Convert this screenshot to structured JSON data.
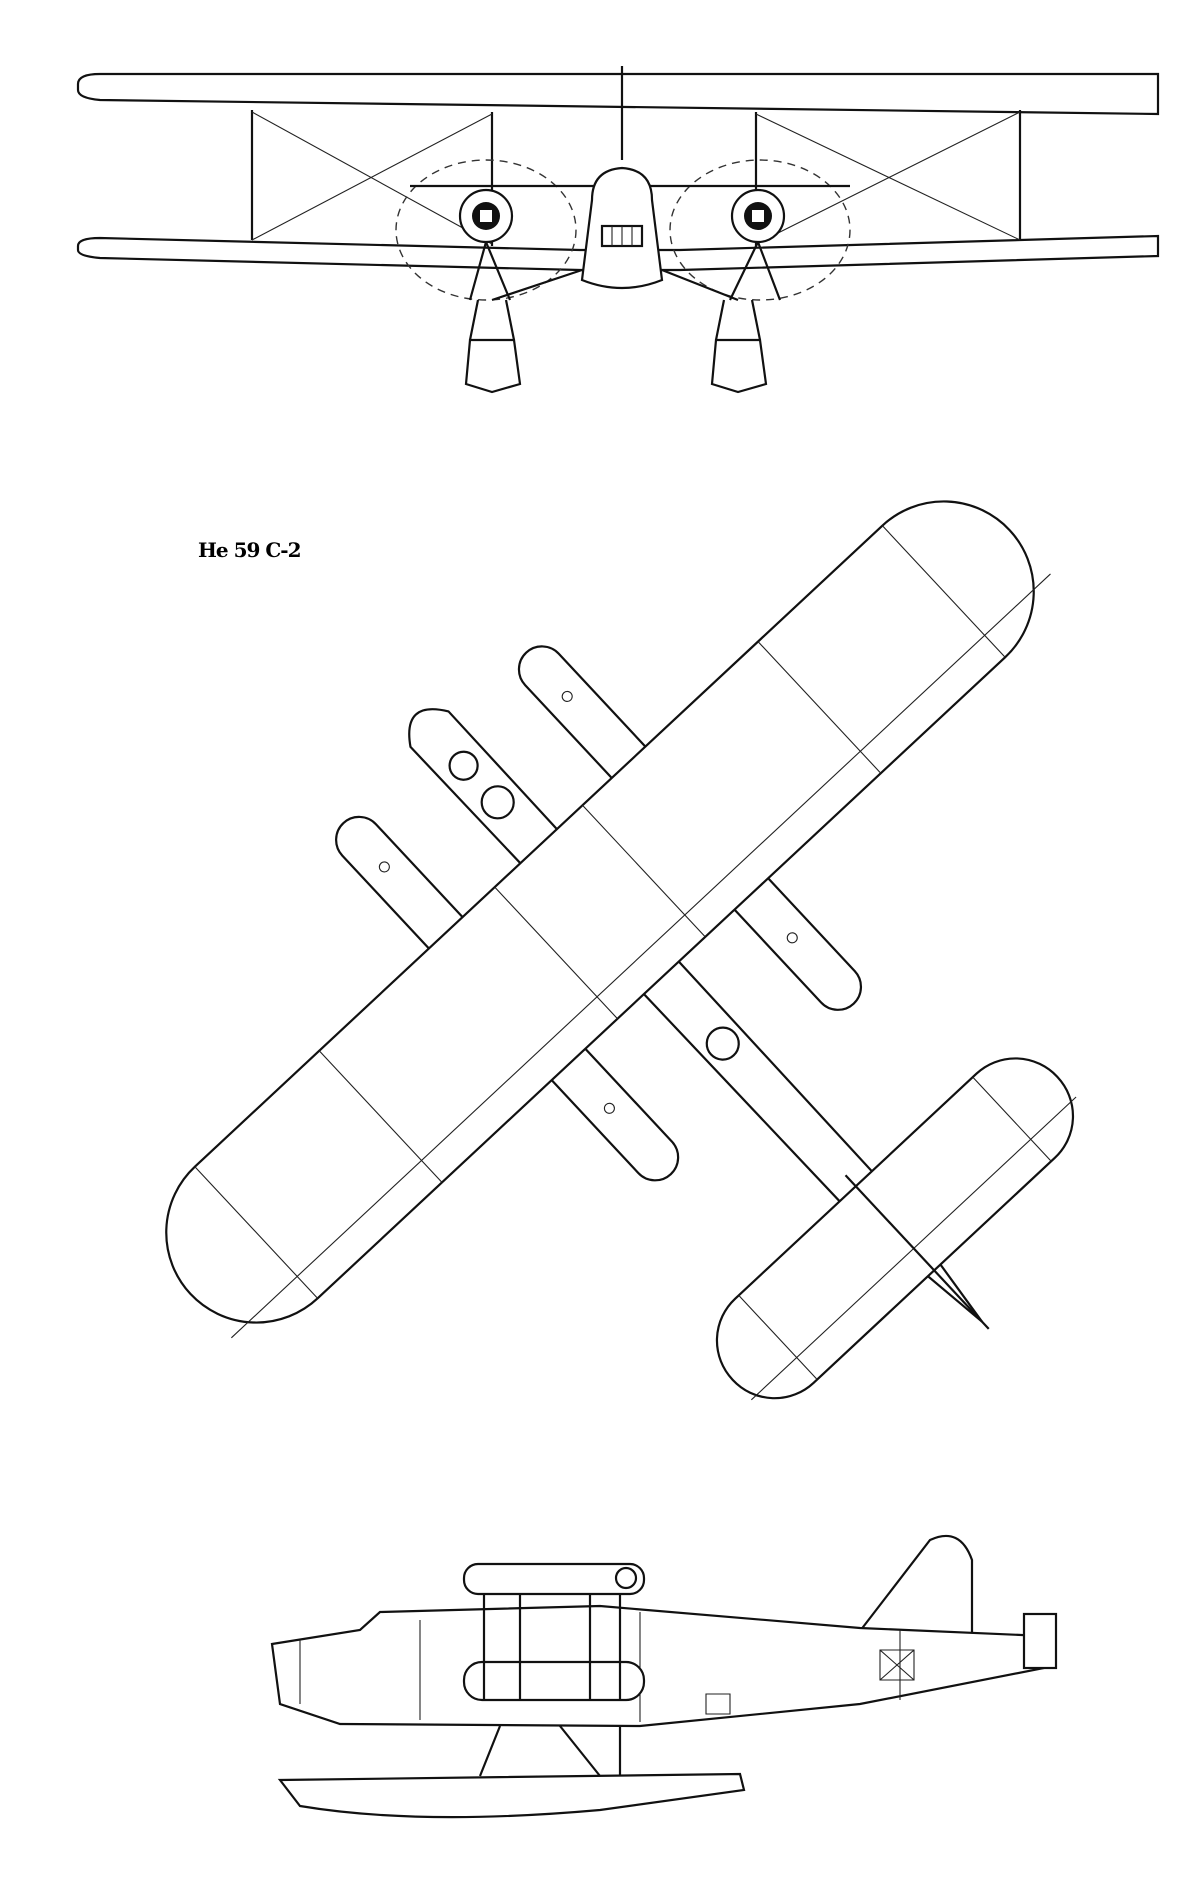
{
  "drawing": {
    "designation": "He 59 C-2",
    "views": [
      "front",
      "top",
      "side"
    ]
  }
}
